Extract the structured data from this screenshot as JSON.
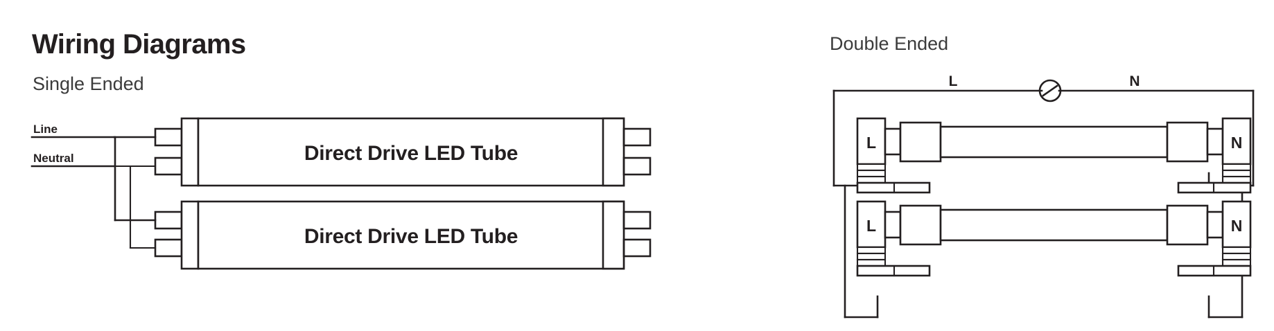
{
  "document": {
    "title": "Wiring Diagrams",
    "background_color": "#ffffff",
    "ink_color": "#231f20"
  },
  "single_ended": {
    "heading": "Single Ended",
    "wire_labels": {
      "line": "Line",
      "neutral": "Neutral"
    },
    "tubes": [
      {
        "label": "Direct Drive LED Tube"
      },
      {
        "label": "Direct Drive LED Tube"
      }
    ]
  },
  "double_ended": {
    "heading": "Double Ended",
    "bus_labels": {
      "line": "L",
      "neutral": "N"
    },
    "source_symbol": "circle-with-slash",
    "sockets": [
      {
        "left": "L",
        "right": "N"
      },
      {
        "left": "L",
        "right": "N"
      }
    ]
  }
}
